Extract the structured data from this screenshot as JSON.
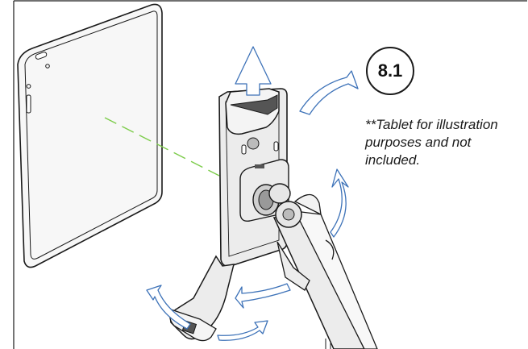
{
  "step": {
    "number": "8.1"
  },
  "note": {
    "line1": "**Tablet for illustration",
    "line2": "purposes and not",
    "line3": "included."
  },
  "colors": {
    "line": "#1a1a1a",
    "arrow_outline": "#3d72b8",
    "alignment_guide": "#7ccc4a",
    "device_fill": "#f7f7f7",
    "holder_fill": "#ececec",
    "dark_part": "#555555"
  },
  "icons": {
    "lift": "arrow-up-icon",
    "rotate": "curved-arrow-icon",
    "swivel": "double-curved-arrow-icon"
  }
}
